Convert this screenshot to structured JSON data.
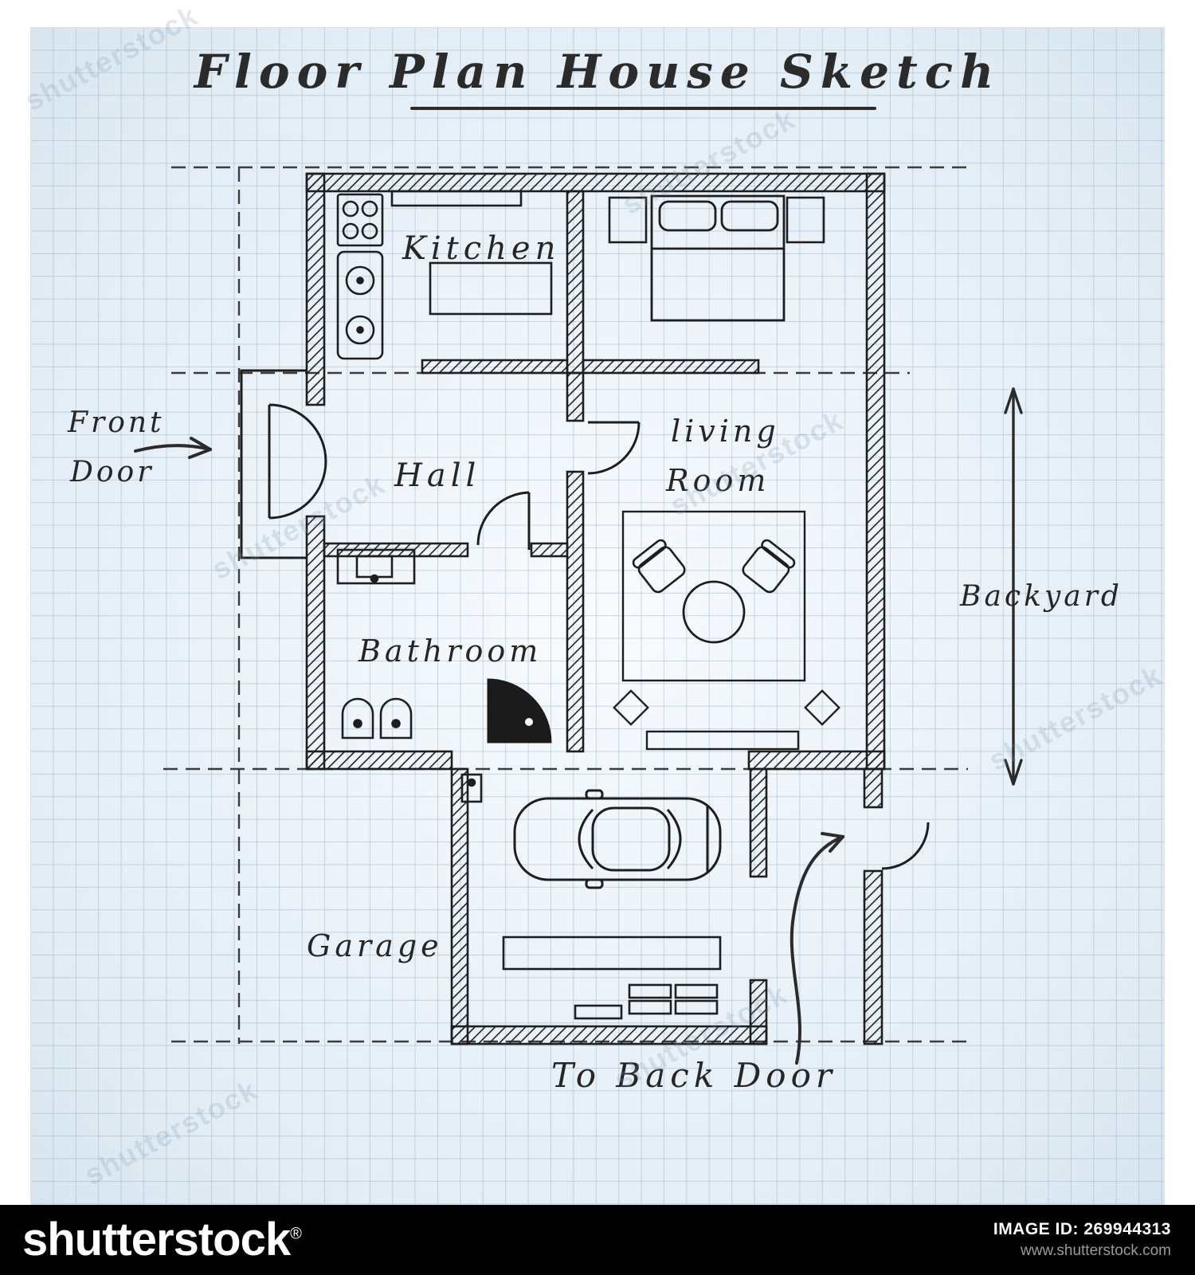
{
  "title": "Floor Plan House Sketch",
  "rooms": {
    "kitchen": "Kitchen",
    "hall": "Hall",
    "bathroom": "Bathroom",
    "living_line1": "living",
    "living_line2": "Room",
    "garage": "Garage"
  },
  "annotations": {
    "front_door_line1": "Front",
    "front_door_line2": "Door",
    "backyard": "Backyard",
    "to_back_door": "To Back Door"
  },
  "watermark": {
    "text": "shutterstock"
  },
  "footer": {
    "brand": "shutterstock",
    "registered": "®",
    "image_id_label": "IMAGE ID:",
    "image_id": "269944313",
    "website": "www.shutterstock.com"
  },
  "colors": {
    "ink": "#222222",
    "grid_line": "#b9cfdf",
    "paper": "#eef4f9",
    "footer_bg": "#000000"
  }
}
